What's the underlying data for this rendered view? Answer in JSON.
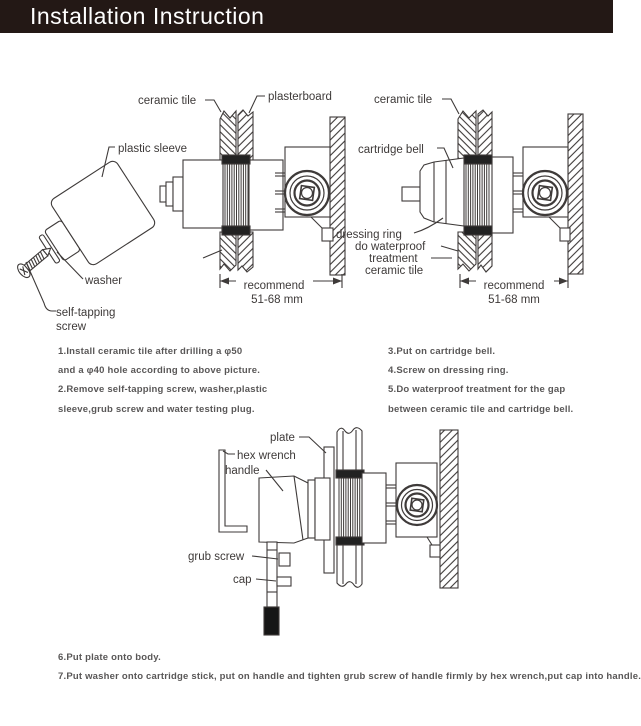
{
  "title_bar": {
    "title": "Installation Instruction"
  },
  "colors": {
    "title_bg": "#231815",
    "title_fg": "#ffffff",
    "line_art": "#3e3a39",
    "steps_text": "#595757",
    "page_bg": "#ffffff"
  },
  "fig_top_left": {
    "labels": {
      "ceramic_tile": "ceramic tile",
      "plasterboard": "plasterboard",
      "plastic_sleeve": "plastic sleeve",
      "washer": "washer",
      "self_tapping_line1": "self-tapping",
      "self_tapping_line2": "screw",
      "recommend": "recommend",
      "range": "51-68 mm"
    }
  },
  "fig_top_right": {
    "labels": {
      "ceramic_tile": "ceramic tile",
      "cartridge_bell": "cartridge bell",
      "dressing_ring": "dressing ring",
      "do_waterproof": "do waterproof",
      "treatment": "treatment",
      "ceramic_tile_bottom": "ceramic tile",
      "recommend": "recommend",
      "range": "51-68 mm"
    }
  },
  "fig_bottom": {
    "labels": {
      "plate": "plate",
      "hex_wrench": "hex wrench",
      "handle": "handle",
      "grub_screw": "grub screw",
      "cap": "cap"
    }
  },
  "steps_left": [
    "1.Install ceramic tile after drilling a φ50",
    "and a φ40 hole according to above picture.",
    "2.Remove self-tapping screw, washer,plastic",
    "sleeve,grub screw and water testing plug."
  ],
  "steps_right": [
    "3.Put on cartridge bell.",
    "4.Screw on dressing ring.",
    "5.Do waterproof treatment for the gap",
    "between ceramic tile and cartridge bell."
  ],
  "steps_bottom": [
    "6.Put plate onto body.",
    "7.Put washer onto cartridge stick, put on handle and tighten grub screw of handle firmly by hex wrench,put cap into handle."
  ]
}
